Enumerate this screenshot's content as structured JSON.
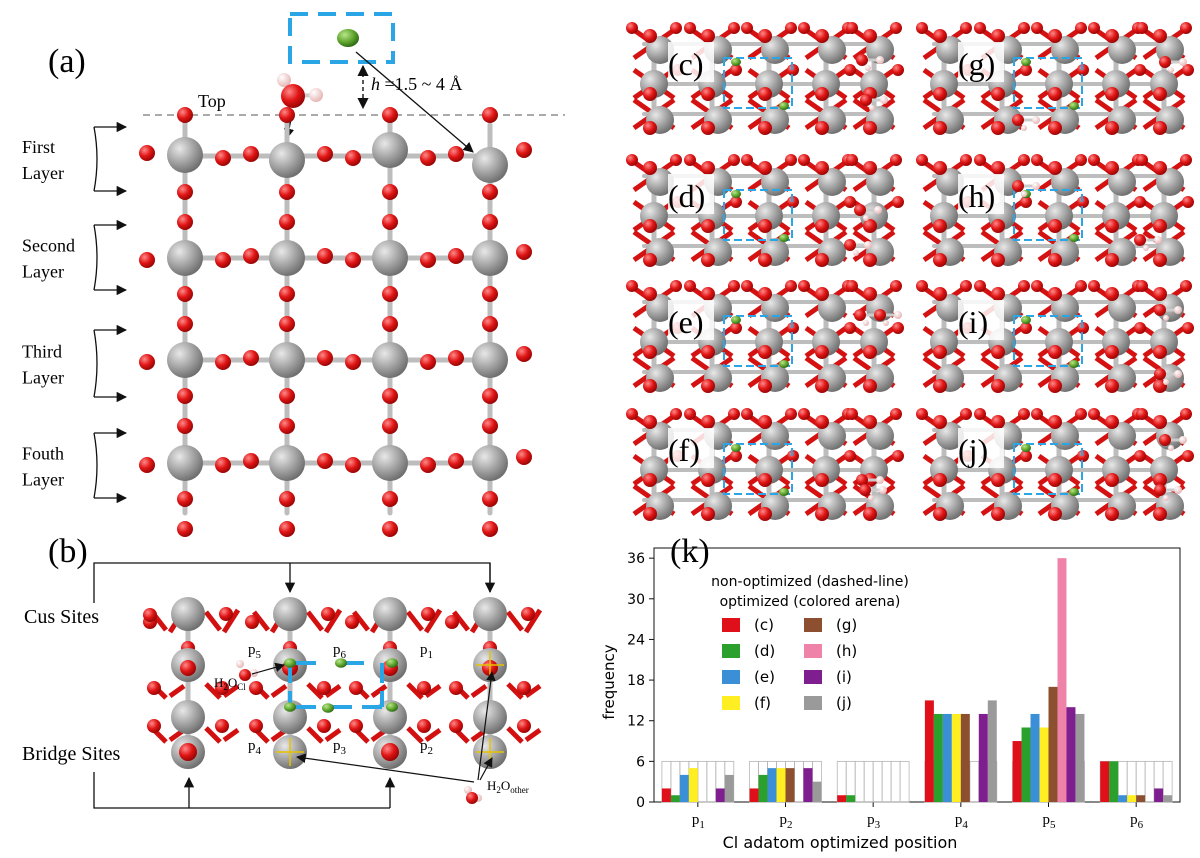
{
  "panel_a": {
    "label": "(a)",
    "top_label": "Top",
    "height_label_h": "h",
    "height_label_rest": " =1.5 ~ 4 Å",
    "layers": [
      {
        "line1": "First",
        "line2": "Layer"
      },
      {
        "line1": "Second",
        "line2": "Layer"
      },
      {
        "line1": "Third",
        "line2": "Layer"
      },
      {
        "line1": "Fouth",
        "line2": "Layer"
      }
    ]
  },
  "panel_b": {
    "label": "(b)",
    "cus_label": "Cus Sites",
    "bridge_label": "Bridge Sites",
    "h2o_cl_main": "H",
    "h2o_cl_sub1": "2",
    "h2o_cl_o": "O",
    "h2o_cl_sub2": "Cl",
    "h2o_other_main": "H",
    "h2o_other_sub1": "2",
    "h2o_other_o": "O",
    "h2o_other_sub2": "other",
    "positions": [
      {
        "p": "p",
        "sub": "1"
      },
      {
        "p": "p",
        "sub": "2"
      },
      {
        "p": "p",
        "sub": "3"
      },
      {
        "p": "p",
        "sub": "4"
      },
      {
        "p": "p",
        "sub": "5"
      },
      {
        "p": "p",
        "sub": "6"
      }
    ]
  },
  "structure_panels": [
    "(c)",
    "(d)",
    "(e)",
    "(f)",
    "(g)",
    "(h)",
    "(i)",
    "(j)"
  ],
  "colors": {
    "ti": "#9a9a9a",
    "oxygen": "#d81010",
    "hydrogen": "#f3c9c9",
    "chlorine": "#5a9e2c",
    "cyan": "#2aa6e6"
  },
  "chart_data": {
    "label": "(k)",
    "type": "bar",
    "xlabel": "Cl adatom optimized position",
    "ylabel": "frequency",
    "ylim": [
      0,
      37.5
    ],
    "yticks": [
      0,
      6,
      12,
      18,
      24,
      30,
      36
    ],
    "categories": [
      {
        "p": "p",
        "sub": "1"
      },
      {
        "p": "p",
        "sub": "2"
      },
      {
        "p": "p",
        "sub": "3"
      },
      {
        "p": "p",
        "sub": "4"
      },
      {
        "p": "p",
        "sub": "5"
      },
      {
        "p": "p",
        "sub": "6"
      }
    ],
    "legend_title_1": "non-optimized (dashed-line)",
    "legend_title_2": "optimized (colored arena)",
    "non_optimized": [
      6,
      6,
      6,
      6,
      6,
      6
    ],
    "series": [
      {
        "name": "(c)",
        "color": "#e0101b",
        "values": [
          2,
          2,
          1,
          15,
          9,
          6
        ]
      },
      {
        "name": "(d)",
        "color": "#2ca02c",
        "values": [
          1,
          4,
          1,
          13,
          11,
          6
        ]
      },
      {
        "name": "(e)",
        "color": "#3a8fd6",
        "values": [
          4,
          5,
          0,
          13,
          13,
          1
        ]
      },
      {
        "name": "(f)",
        "color": "#ffee22",
        "values": [
          5,
          5,
          0,
          13,
          11,
          1
        ]
      },
      {
        "name": "(g)",
        "color": "#8c5030",
        "values": [
          0,
          5,
          0,
          13,
          17,
          1
        ]
      },
      {
        "name": "(h)",
        "color": "#ee82a8",
        "values": [
          0,
          0,
          0,
          0,
          36,
          0
        ]
      },
      {
        "name": "(i)",
        "color": "#7f1f8f",
        "values": [
          2,
          5,
          0,
          13,
          14,
          2
        ]
      },
      {
        "name": "(j)",
        "color": "#9a9a9a",
        "values": [
          4,
          3,
          0,
          15,
          13,
          1
        ]
      }
    ]
  }
}
